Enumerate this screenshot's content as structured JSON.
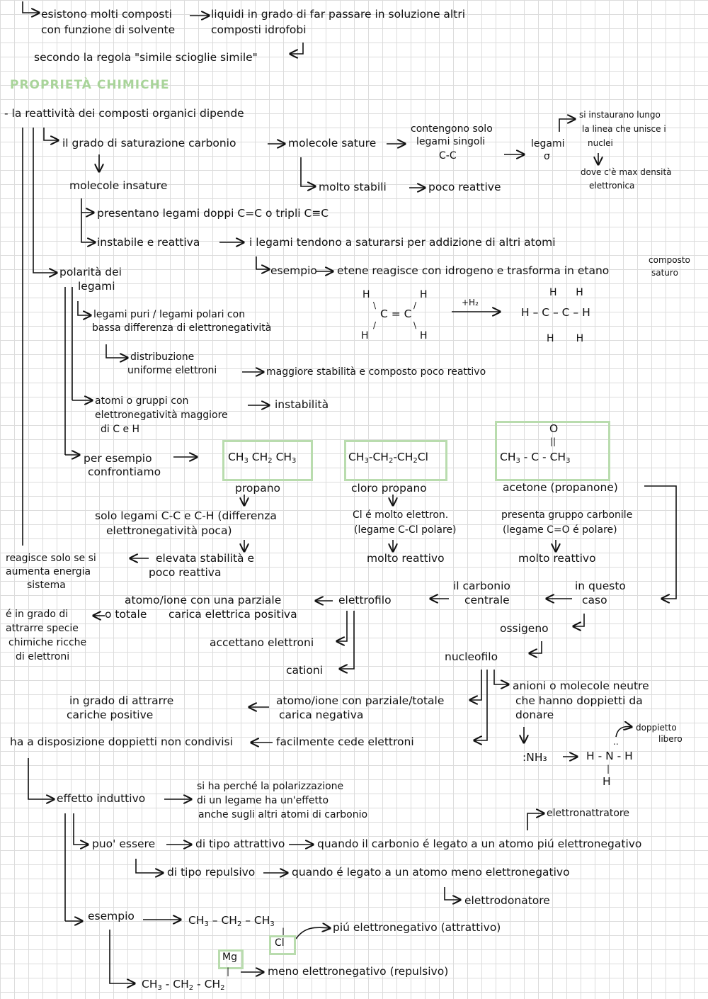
{
  "lines": {
    "l1": "esistono molti composti",
    "l2": "con funzione di solvente",
    "l3": "liquidi in grado di far passare in soluzione altri",
    "l4": "composti idrofobi",
    "l5": "secondo la regola \"simile scioglie simile\"",
    "heading": "PROPRIETÀ CHIMICHE",
    "r1": "- la reattività dei composti organici dipende",
    "r2": "il grado di saturazione carbonio",
    "r3": "molecole sature",
    "r4a": "contengono solo",
    "r4b": "legami singoli",
    "r4c": "C-C",
    "r5a": "legami",
    "r5b": "σ",
    "r6a": "si instaurano lungo",
    "r6b": "la linea che unisce i",
    "r6c": "nuclei",
    "r7a": "dove c'è max densità",
    "r7b": "elettronica",
    "r8": "molecole insature",
    "r9": "molto stabili",
    "r10": "poco reattive",
    "r11": "presentano legami doppi C=C o tripli C≡C",
    "r12": "instabile e reattiva",
    "r13": "i legami tendono a saturarsi per addizione di altri atomi",
    "r14": "esempio",
    "r15": "etene reagisce con idrogeno e trasforma in etano",
    "r16a": "composto",
    "r16b": "saturo",
    "r17a": "polarità dei",
    "r17b": "legami",
    "r18a": "legami puri / legami polari con",
    "r18b": "bassa differenza di elettronegatività",
    "r19a": "distribuzione",
    "r19b": "uniforme elettroni",
    "r20": "maggiore stabilità e composto poco reattivo",
    "r21a": "atomi o gruppi con",
    "r21b": "elettronegatività maggiore",
    "r21c": "di C e H",
    "r22": "instabilità",
    "r23a": "per esempio",
    "r23b": "confrontiamo",
    "h2": "+H₂",
    "propano": "propano",
    "cloro": "cloro propano",
    "acetone": "acetone (propanone)",
    "p1a": "solo legami C-C e C-H (differenza",
    "p1b": "elettronegatività poca)",
    "p2a": "Cl é molto elettron.",
    "p2b": "(legame C-Cl polare)",
    "p3a": "presenta gruppo carbonile",
    "p3b": "(legame C=O é polare)",
    "mr1": "molto reattivo",
    "mr2": "molto reattivo",
    "es1": "elevata stabilità e",
    "es2": "poco reattiva",
    "rg1": "reagisce solo se si",
    "rg2": "aumenta energia",
    "rg3": "sistema",
    "iq1": "in questo",
    "iq2": "caso",
    "cc1": "il carbonio",
    "cc2": "centrale",
    "elettrofilo": "elettrofilo",
    "at1": "atomo/ione con una parziale",
    "at2": "carica elettrica positiva",
    "ototale": "o totale",
    "eg1": "é in grado di",
    "eg2": "attrarre specie",
    "eg3": "chimiche ricche",
    "eg4": "di elettroni",
    "accettano": "accettano elettroni",
    "cationi": "cationi",
    "ossigeno": "ossigeno",
    "nucleofilo": "nucleofilo",
    "an1": "anioni o molecole neutre",
    "an2": "che hanno doppietti da",
    "an3": "donare",
    "dl1": "doppietto",
    "dl2": "libero",
    "nh3": ":NH₃",
    "ig1": "in grado di attrarre",
    "ig2": "cariche positive",
    "an4": "atomo/ione con parziale/totale",
    "an5": "carica negativa",
    "fc": "facilmente cede elettroni",
    "hd": "ha a disposizione doppietti non condivisi",
    "ei": "effetto induttivo",
    "sh1": "si ha perché la polarizzazione",
    "sh2": "di un legame ha un'effetto",
    "sh3": "anche sugli altri atomi di carbonio",
    "ea": "elettronattratore",
    "pe": "puo' essere",
    "ta": "di tipo attrattivo",
    "qa": "quando il carbonio é legato a un atomo piú elettronegativo",
    "tr": "di tipo repulsivo",
    "qr": "quando é legato a un atomo meno elettronegativo",
    "ed": "elettrodonatore",
    "es": "esempio",
    "pea": "piú elettronegativo (attrattivo)",
    "mer": "meno elettronegativo (repulsivo)",
    "cl": "Cl",
    "mg": "Mg"
  }
}
